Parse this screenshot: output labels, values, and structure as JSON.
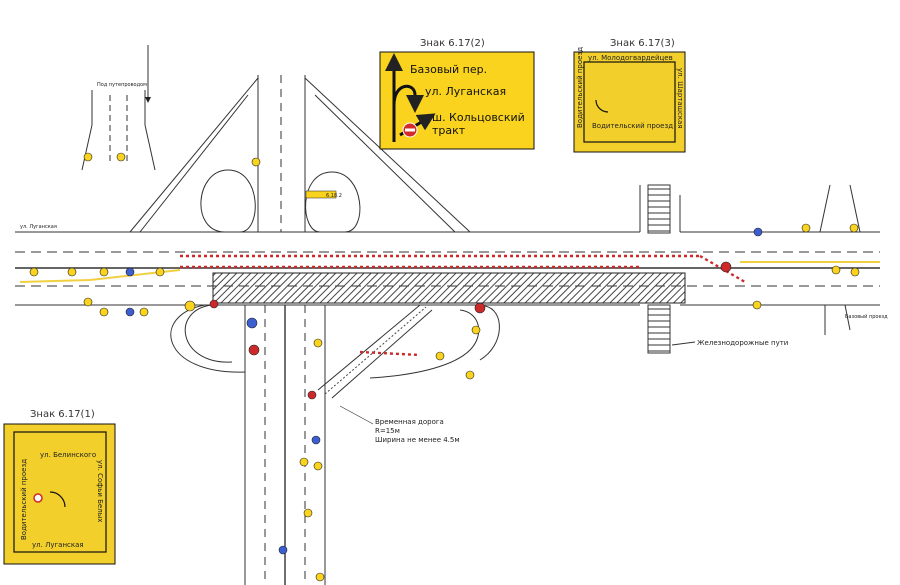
{
  "signs": {
    "s2": {
      "title": "Знак 6.17(2)",
      "line1": "Базовый пер.",
      "line2": "ул. Луганская",
      "line3a": "ш. Кольцовский",
      "line3b": "тракт",
      "bg": "#f9d31d"
    },
    "s3": {
      "title": "Знак 6.17(3)",
      "top": "ул. Молодогвардейцев",
      "left": "Водительский проезд",
      "right": "ул. Шарташская",
      "bottom": "Водительский проезд",
      "bg": "#f2cf2b"
    },
    "s1": {
      "title": "Знак 6.17(1)",
      "top": "ул. Белинского",
      "left": "Водительский проезд",
      "right": "ул. Софьи Белых",
      "bottom": "ул. Луганская",
      "bg": "#f2cf2b"
    }
  },
  "labels": {
    "temp_road_1": "Временная дорога",
    "temp_road_2": "R=15м",
    "temp_road_3": "Ширина не менее 4.5м",
    "railway": "Железнодорожные пути",
    "overpass_note": "Под путепроводом",
    "left_road": "ул. Луганская",
    "right_road": "Базовый проезд",
    "sign_ref": "6.18.2"
  },
  "colors": {
    "road_line": "#333333",
    "sign_yellow": "#f9d31d",
    "hatch": "#444444",
    "cone_red": "#cc2a2a",
    "sign_blue": "#3b5fd0"
  }
}
